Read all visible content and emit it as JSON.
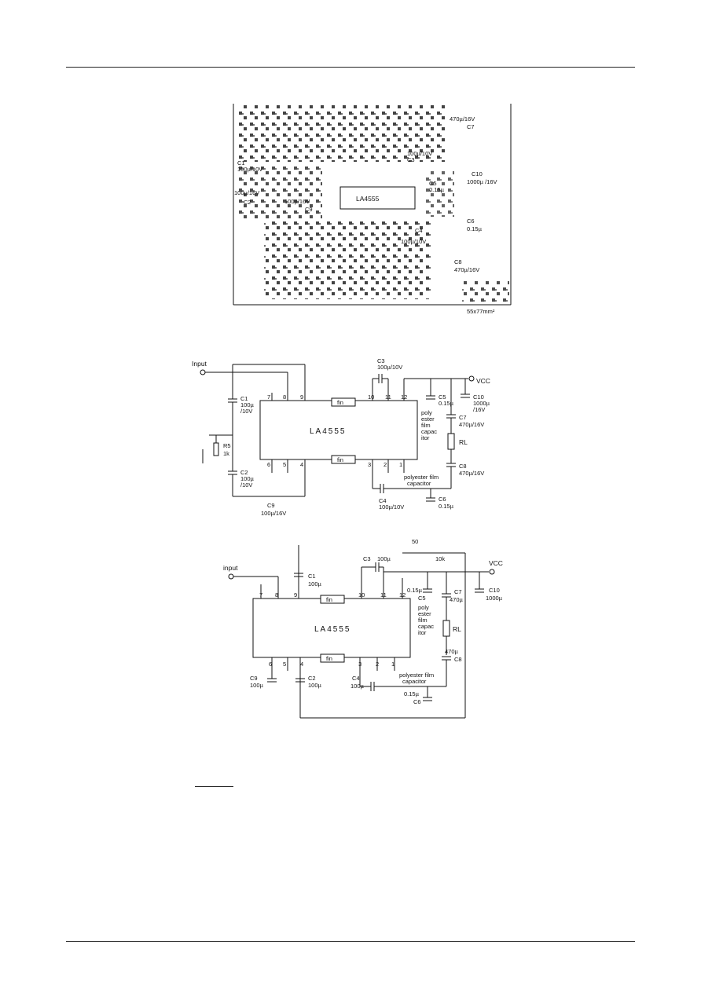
{
  "pcb": {
    "size_label": "55x77mm²",
    "chip": "LA4555",
    "labels": {
      "c1": "C1",
      "c1_val": "100µ/10V",
      "c2": "C2",
      "c2_val": "100µ/16V",
      "c3": "C3",
      "c3_val": "100µ/10V",
      "c4": "C4",
      "c4_val": "100µ/10V",
      "c5": "C5",
      "c5_val": "0.15µ",
      "c6": "C6",
      "c6_val": "0.15µ",
      "c7": "C7",
      "c7_val": "470µ/16V",
      "c8": "C8",
      "c8_val": "470µ/16V",
      "c9": "C9",
      "c9_val": "100µ/16V",
      "c10": "C10",
      "c10_val": "1000µ /16V"
    }
  },
  "schematic1": {
    "chip": "LA4555",
    "input": "Input",
    "vcc": "VCC",
    "fin": "fin",
    "pins": [
      "7",
      "8",
      "9",
      "10",
      "11",
      "12",
      "6",
      "5",
      "4",
      "3",
      "2",
      "1"
    ],
    "c1": "C1",
    "c1_val1": "100µ",
    "c1_val2": "/10V",
    "c2": "C2",
    "c2_val1": "100µ",
    "c2_val2": "/10V",
    "r5": "R5",
    "r5_val": "1k",
    "c9": "C9",
    "c9_val": "100µ/16V",
    "c3": "C3",
    "c3_val": "100µ/10V",
    "c5": "C5",
    "c5_val": "0.15µ",
    "c10": "C10",
    "c10_val1": "1000µ",
    "c10_val2": "/16V",
    "c7": "C7",
    "c7_val": "470µ/16V",
    "rl": "RL",
    "c8": "C8",
    "c8_val": "470µ/16V",
    "c4": "C4",
    "c4_val": "100µ/10V",
    "c6": "C6",
    "c6_val": "0.15µ",
    "polyester1": [
      "poly",
      "ester",
      "film",
      "capac",
      "itor"
    ],
    "polyester2": [
      "polyester film",
      "capacitor"
    ]
  },
  "schematic2": {
    "chip": "LA4555",
    "input": "input",
    "vcc": "VCC",
    "fin": "fin",
    "pins": [
      "7",
      "8",
      "9",
      "10",
      "11",
      "12",
      "6",
      "5",
      "4",
      "3",
      "2",
      "1"
    ],
    "r50": "50",
    "r10k": "10k",
    "c3": "C3",
    "c3_val": "100µ",
    "c1": "C1",
    "c1_val": "100µ",
    "c5": "C5",
    "c5_val": "0.15µ",
    "c7": "C7",
    "c7_val": "470µ",
    "c10": "C10",
    "c10_val": "1000µ",
    "rl": "RL",
    "c8": "C8",
    "c8_val": "470µ",
    "c9": "C9",
    "c9_val": "100µ",
    "c2": "C2",
    "c2_val": "100µ",
    "c4": "C4",
    "c4_val": "100µ",
    "c6": "C6",
    "c6_val": "0.15µ",
    "polyester1": [
      "poly",
      "ester",
      "film",
      "capac",
      "itor"
    ],
    "polyester2": [
      "polyester film",
      "capacitor"
    ]
  }
}
